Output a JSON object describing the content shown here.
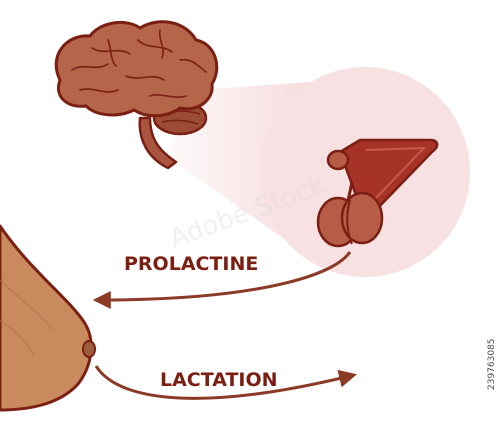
{
  "labels": {
    "prolactine": "PROLACTINE",
    "lactation": "LACTATION"
  },
  "side_id": "239763085",
  "watermark": "Adobe Stock",
  "colors": {
    "outline": "#7a1f12",
    "brain_fill": "#b5654a",
    "brain_dark": "#8f4432",
    "skin_fill": "#c98a5e",
    "skin_dark": "#9c5d3c",
    "gland_fill": "#b65c47",
    "gland_red": "#a73227",
    "zoom_circle": "#f8e1e2",
    "zoom_beam": "#f6d7d9",
    "arrow": "#8a3a25",
    "label_text": "#7a1f12"
  }
}
